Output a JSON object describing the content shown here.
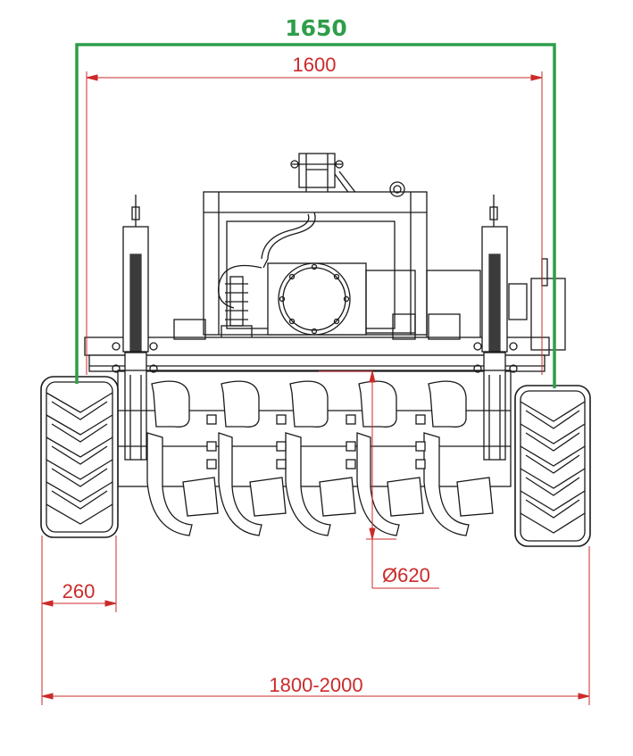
{
  "drawing": {
    "subject": "tiller-front-view-technical-drawing"
  },
  "dimensions": {
    "overall_green": "1650",
    "working_width": "1600",
    "rotor_diameter": "Ø620",
    "wheel_width": "260",
    "track_width": "1800-2000"
  },
  "colors": {
    "dimension_red": "#cc2a2a",
    "dimension_green": "#2e9e4a",
    "line_black": "#1a1a1a"
  }
}
